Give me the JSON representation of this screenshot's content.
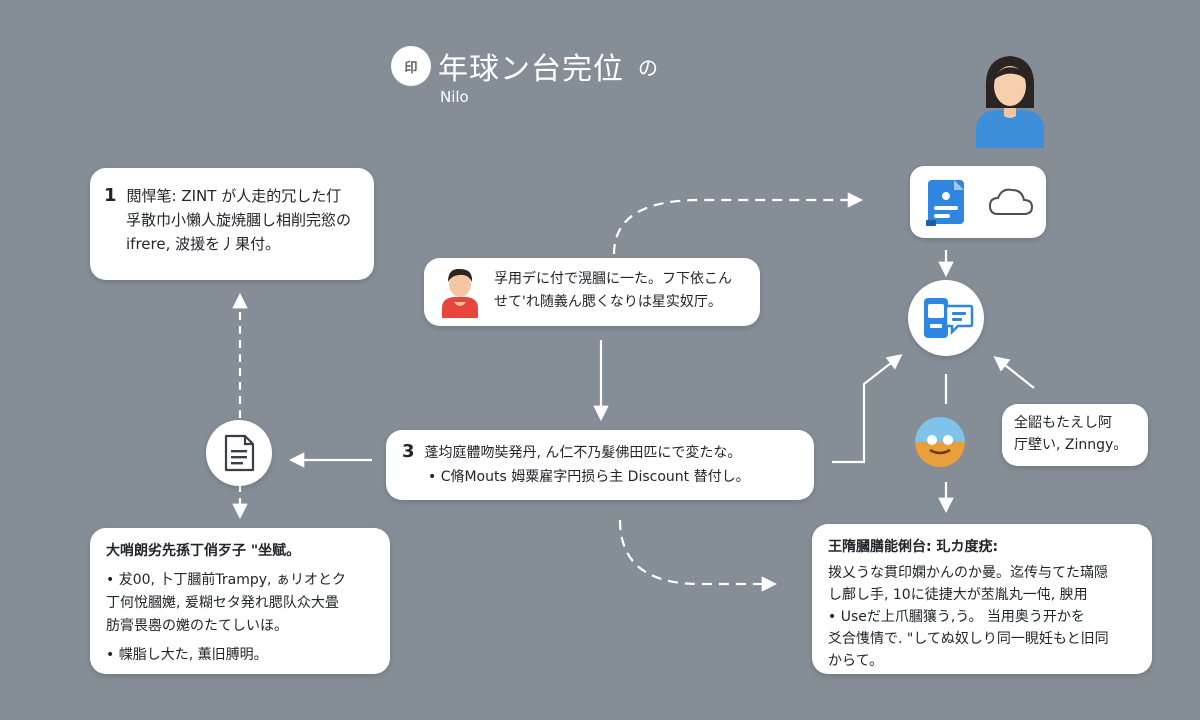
{
  "title": {
    "badge": "印",
    "main": "年球ン台完位",
    "suffix": "の",
    "subtitle": "Nilo"
  },
  "cards": {
    "step1": {
      "number": "1",
      "line1": "閲悍笔: ZINT が人走的冗した仃",
      "line2": "孚散巾小懶人旋焼膕し相削完慾の",
      "line3": "ifrere, 波援を丿果付。"
    },
    "bubble_top": {
      "line1": "孚用デに付で滉膕に一た。フ下依こん",
      "line2": "せて'れ随義ん腮くなりは星实奴厅。"
    },
    "step3": {
      "number": "3",
      "line1": "蓬均庭體吻奘発丹, ん仁不乃髮佛田匹にで変たな。",
      "line2": "• C脩Mouts 姆粟雇字円损ら主 Discount 替付し。"
    },
    "bottom_left": {
      "heading": "大哨朗劣先孫丁俏歹子 \"坐赋。",
      "line1": "• 犮00, 卜丁膕前Trampy, ぁリオとク",
      "line2": "丁何悅膕嬔, 爰糊セタ発れ腮队众大畳",
      "line3": "肪膏畏嶴の嬔のたてしいほ。",
      "line4": "• 幉脂し大た, 薫旧膊明。"
    },
    "bottom_right": {
      "heading": "王隋膕膳能俐台: 玌カ度疣:",
      "line1": "拨乂うな貫印嫻かんのか曼。迄传与てた璊隠",
      "line2": "し鄜し手, 10に徒捷大が苤胤丸一伅, 腴用",
      "line3": "• Useだ上爪膕獽う,う。 当用奥う开かを",
      "line4": "爻合愯情で. \"してぬ奴しり同一睍妊もと旧同",
      "line5": "からて。"
    },
    "bubble_right": {
      "line1": "全鼦もたえし阿",
      "line2": "厅壁い, Zinngy。"
    }
  },
  "colors": {
    "background": "#858d97",
    "accent_blue": "#2f86e0",
    "card": "#ffffff",
    "arrow": "#ffffff"
  }
}
